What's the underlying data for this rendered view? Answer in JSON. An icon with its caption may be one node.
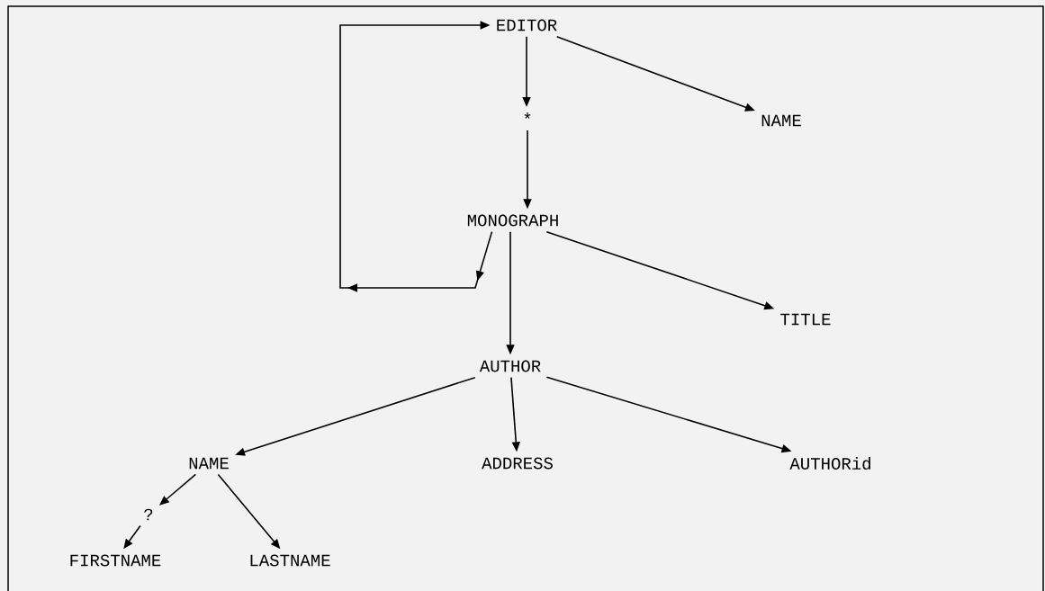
{
  "diagram": {
    "nodes": [
      {
        "text": [
          "EDITOR"
        ]
      },
      {
        "text": [
          "NAME"
        ]
      },
      {
        "text": [
          "*"
        ]
      },
      {
        "text": [
          "MONOGRAPH"
        ]
      },
      {
        "text": [
          "TITLE"
        ]
      },
      {
        "text": [
          "AUTHOR"
        ]
      },
      {
        "text": [
          "NAME"
        ]
      },
      {
        "text": [
          "ADDRESS"
        ]
      },
      {
        "text": [
          "AUTHORid"
        ]
      },
      {
        "text": [
          "?"
        ]
      },
      {
        "text": [
          "FIRSTNAME"
        ]
      },
      {
        "text": [
          "LASTNAME"
        ]
      }
    ],
    "edges": [
      {
        "from": 0,
        "to": 2,
        "arrow": "to"
      },
      {
        "from": 0,
        "to": 1,
        "arrow": "to"
      },
      {
        "from": 2,
        "to": 3,
        "arrow": "to"
      },
      {
        "from": 3,
        "to": 0,
        "arrow": "to"
      },
      {
        "from": 3,
        "to": 4,
        "arrow": "to"
      },
      {
        "from": 3,
        "to": 5,
        "arrow": "to"
      },
      {
        "from": 5,
        "to": 6,
        "arrow": "to"
      },
      {
        "from": 5,
        "to": 7,
        "arrow": "to"
      },
      {
        "from": 5,
        "to": 8,
        "arrow": "to"
      },
      {
        "from": 6,
        "to": 9,
        "arrow": "to"
      },
      {
        "from": 9,
        "to": 10,
        "arrow": "to"
      },
      {
        "from": 6,
        "to": 11,
        "arrow": "to"
      }
    ]
  }
}
